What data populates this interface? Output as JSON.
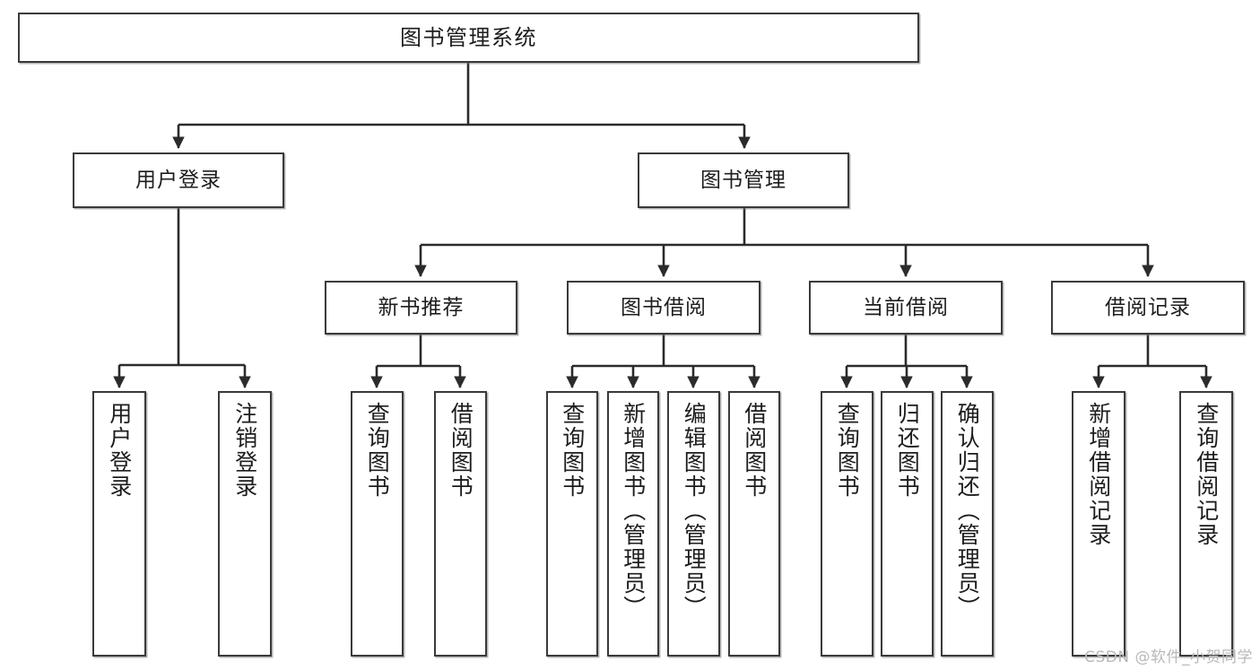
{
  "diagram": {
    "title": "图书管理系统",
    "type": "tree-hierarchy-chart",
    "watermark": "CSDN @软件_小贺同学",
    "colors": {
      "box_stroke": "#3a3a3a",
      "box_fill": "#ffffff",
      "edge": "#2b2b2b",
      "text": "#1d1d1d",
      "watermark": "#b9b9b9"
    },
    "nodes": {
      "root": {
        "label": "图书管理系统"
      },
      "level2": [
        {
          "id": "user-login",
          "label": "用户登录"
        },
        {
          "id": "book-manage",
          "label": "图书管理"
        }
      ],
      "level3": [
        {
          "id": "new-book-recommend",
          "label": "新书推荐"
        },
        {
          "id": "book-borrow",
          "label": "图书借阅"
        },
        {
          "id": "current-borrow",
          "label": "当前借阅"
        },
        {
          "id": "borrow-record",
          "label": "借阅记录"
        }
      ],
      "leaves": {
        "user_login": [
          {
            "id": "leaf-user-login",
            "label": "用户登录"
          },
          {
            "id": "leaf-logout",
            "label": "注销登录"
          }
        ],
        "new_book_recommend": [
          {
            "id": "leaf-query-book-1",
            "label": "查询图书"
          },
          {
            "id": "leaf-borrow-book-1",
            "label": "借阅图书"
          }
        ],
        "book_borrow": [
          {
            "id": "leaf-query-book-2",
            "label": "查询图书"
          },
          {
            "id": "leaf-add-book",
            "label": "新增图书（管理员）"
          },
          {
            "id": "leaf-edit-book",
            "label": "编辑图书（管理员）"
          },
          {
            "id": "leaf-borrow-book-2",
            "label": "借阅图书"
          }
        ],
        "current_borrow": [
          {
            "id": "leaf-query-book-3",
            "label": "查询图书"
          },
          {
            "id": "leaf-return-book",
            "label": "归还图书"
          },
          {
            "id": "leaf-confirm-return",
            "label": "确认归还（管理员）"
          }
        ],
        "borrow_record": [
          {
            "id": "leaf-add-record",
            "label": "新增借阅记录"
          },
          {
            "id": "leaf-query-record",
            "label": "查询借阅记录"
          }
        ]
      }
    }
  }
}
